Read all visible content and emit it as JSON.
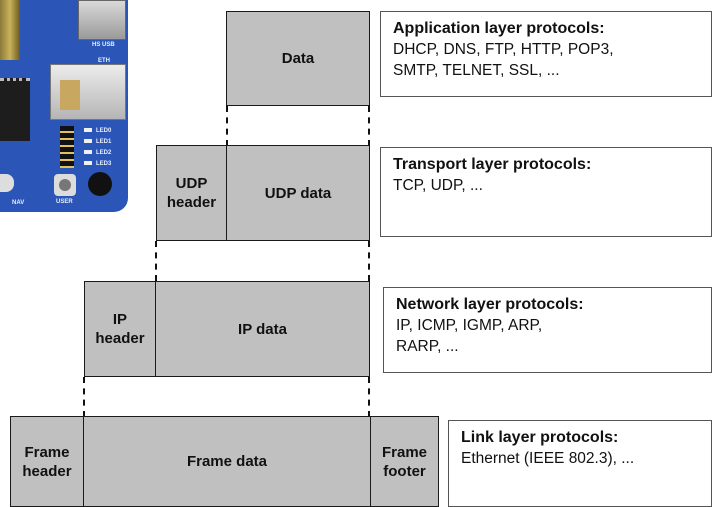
{
  "board_photo": {
    "silkscreen": [
      "HS USB",
      "ETH",
      "LED0",
      "LED1",
      "LED2",
      "LED3",
      "NAV",
      "USER"
    ]
  },
  "layers": {
    "application": {
      "data_label": "Data",
      "protocols_title": "Application layer protocols:",
      "protocols_list": "DHCP, DNS, FTP, HTTP, POP3,\nSMTP, TELNET, SSL, ..."
    },
    "transport": {
      "header_label": "UDP\nheader",
      "data_label": "UDP data",
      "protocols_title": "Transport layer protocols:",
      "protocols_list": "TCP, UDP, ..."
    },
    "network": {
      "header_label": "IP\nheader",
      "data_label": "IP data",
      "protocols_title": "Network layer protocols:",
      "protocols_list": "IP, ICMP, IGMP, ARP,\nRARP,  ..."
    },
    "link": {
      "header_label": "Frame\nheader",
      "data_label": "Frame data",
      "footer_label": "Frame\nfooter",
      "protocols_title": "Link layer protocols:",
      "protocols_list": "Ethernet (IEEE 802.3), ..."
    }
  }
}
